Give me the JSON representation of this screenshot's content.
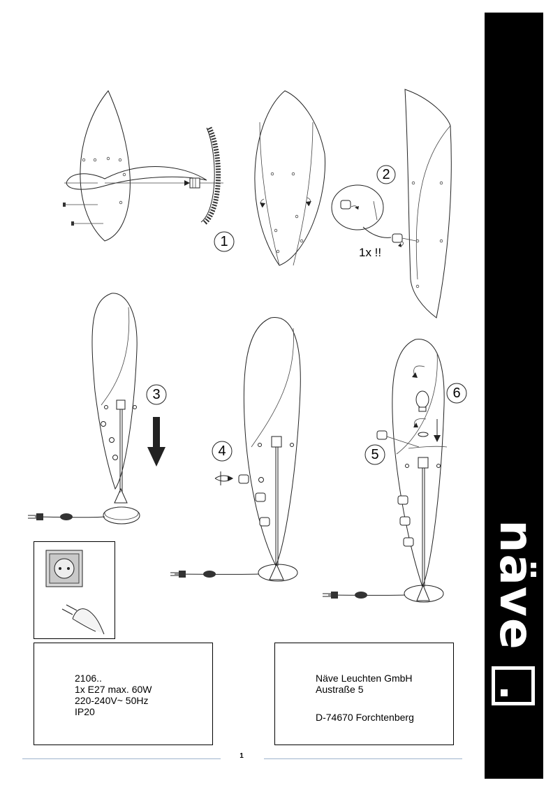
{
  "steps": {
    "s1": "1",
    "s2": "2",
    "s3": "3",
    "s4": "4",
    "s5": "5",
    "s6": "6"
  },
  "note_once": "1x !!",
  "spec_box": {
    "line1": "2106..",
    "line2": "1x E27 max. 60W",
    "line3": "220-240V~ 50Hz",
    "line4": "IP20"
  },
  "address_box": {
    "company": "Näve Leuchten GmbH",
    "street": "Austraße 5",
    "city": "D-74670 Forchtenberg"
  },
  "brand": {
    "name": "näve",
    "color": "#000000"
  },
  "footer": {
    "page_number": "1"
  }
}
